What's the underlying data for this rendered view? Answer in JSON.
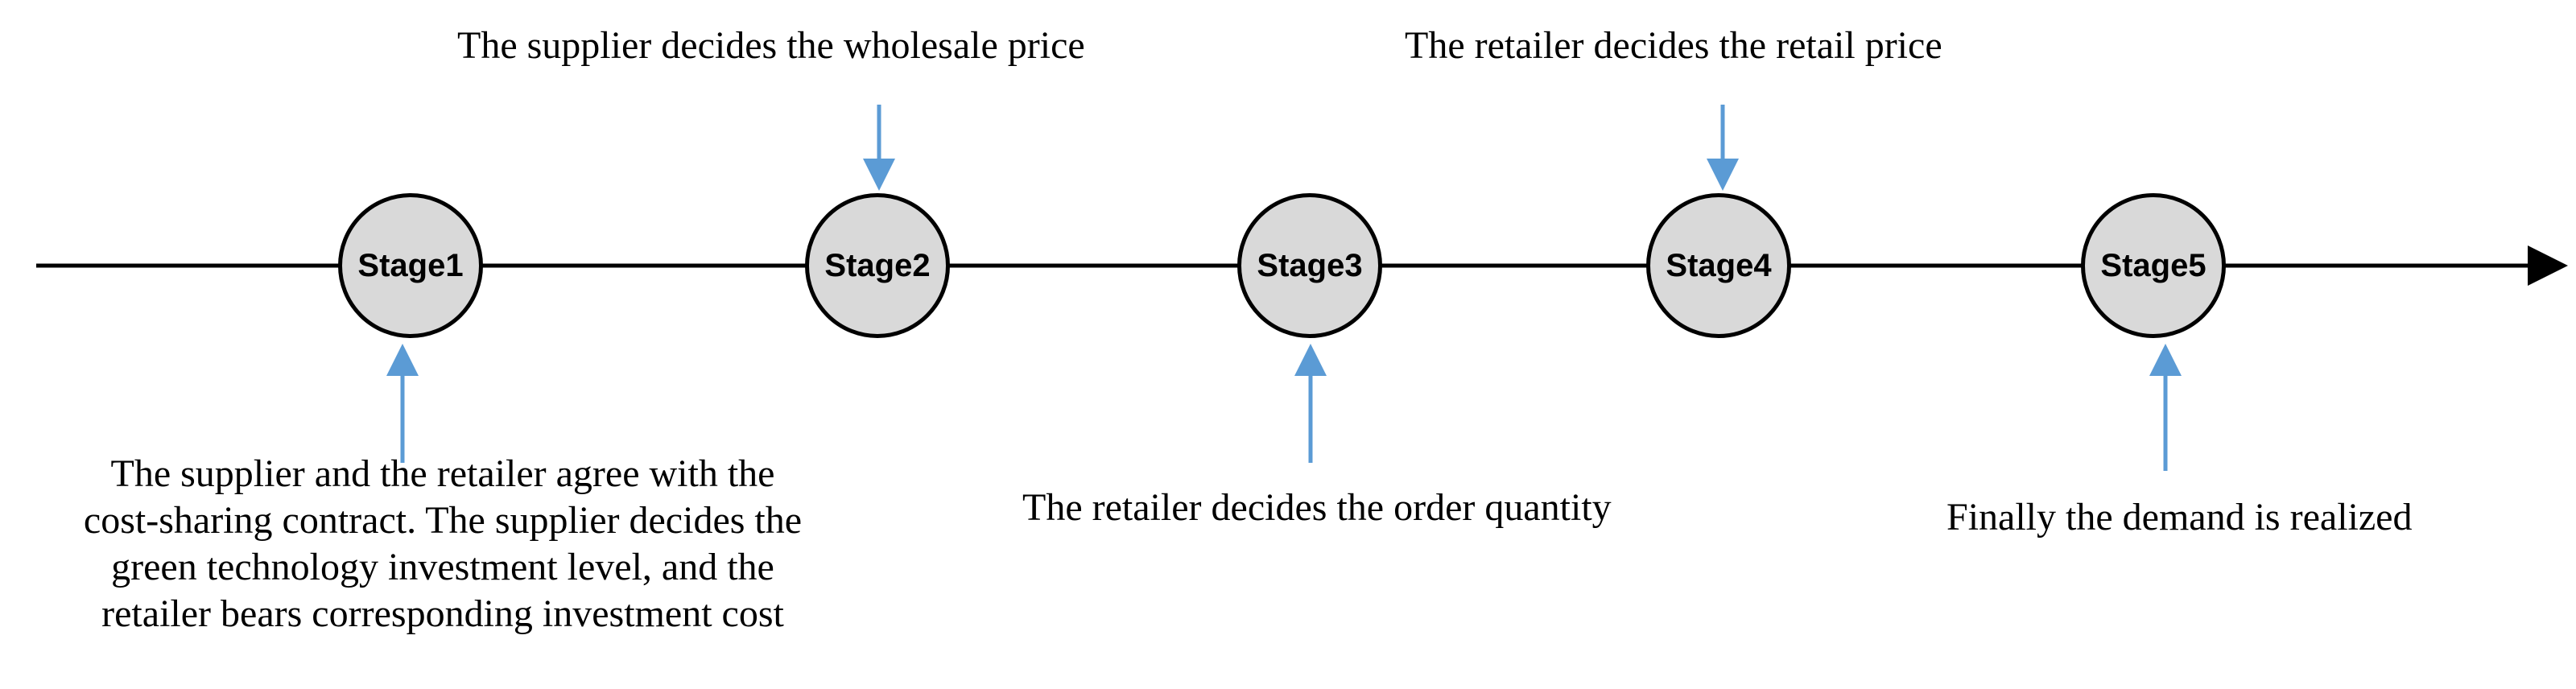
{
  "stages": [
    {
      "label": "Stage1",
      "note_lines": [
        "The supplier and the retailer agree with the",
        "cost-sharing contract. The supplier decides the",
        "green technology investment  level, and the",
        "retailer bears corresponding investment cost"
      ]
    },
    {
      "label": "Stage2",
      "note": "The supplier decides the wholesale price"
    },
    {
      "label": "Stage3",
      "note": "The retailer decides the order quantity"
    },
    {
      "label": "Stage4",
      "note": "The retailer decides the retail price"
    },
    {
      "label": "Stage5",
      "note": "Finally the demand is realized"
    }
  ],
  "colors": {
    "arrow": "#5b9bd5",
    "node_fill": "#d9d9d9",
    "axis": "#000000"
  }
}
